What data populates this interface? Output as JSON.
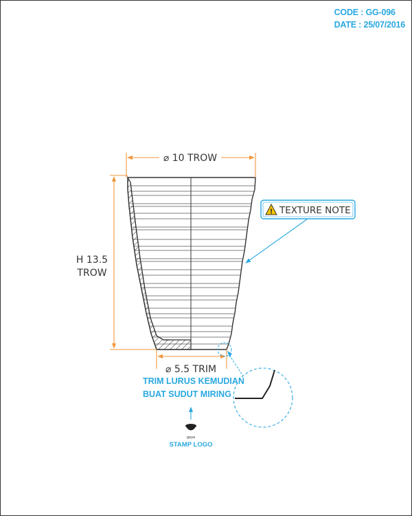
{
  "header": {
    "code_label": "CODE :",
    "code_value": "GG-096",
    "date_label": "DATE :",
    "date_value": "25/07/2016"
  },
  "dimensions": {
    "top_diameter": "⌀ 10 TROW",
    "height_line1": "H 13.5",
    "height_line2": "TROW",
    "bottom_diameter": "⌀ 5.5 TRIM"
  },
  "notes": {
    "texture_note": "TEXTURE NOTE",
    "trim_line1": "TRIM LURUS KEMUDIAN",
    "trim_line2": "BUAT SUDUT MIRING",
    "logo_word": "gaya",
    "stamp_logo": "STAMP LOGO"
  },
  "colors": {
    "dimension_orange": "#f0963c",
    "note_blue": "#29a8e0",
    "warning_yellow": "#f5c400",
    "line_dark": "#333333"
  },
  "icons": [
    "warning-icon",
    "stamp-logo-icon"
  ]
}
